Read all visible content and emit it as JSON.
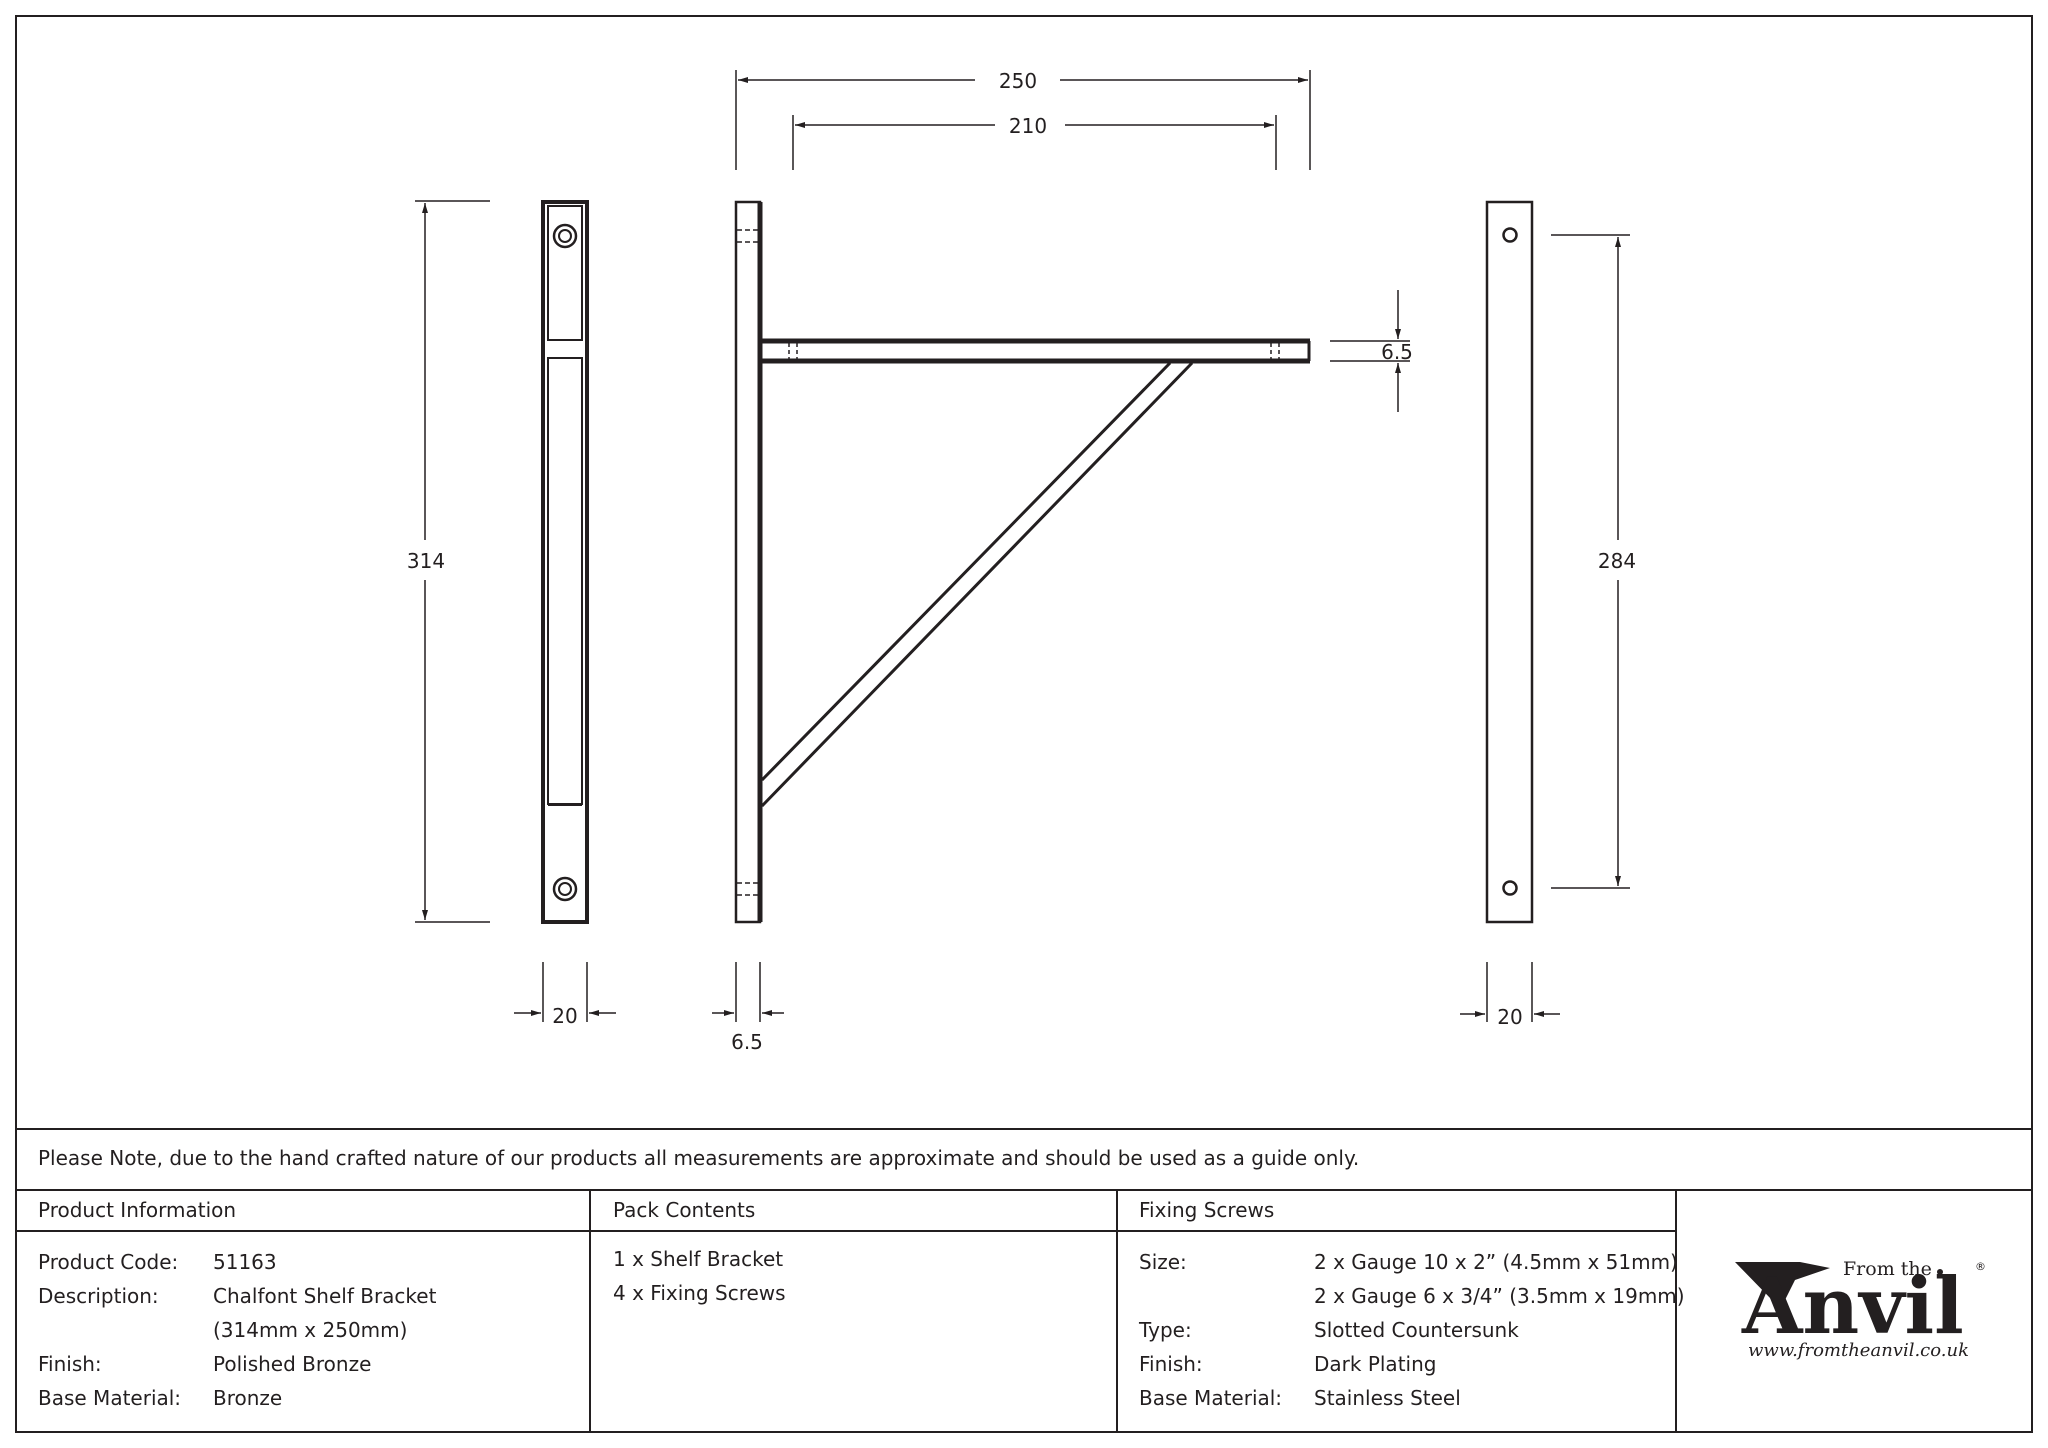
{
  "drawing": {
    "dimensions": {
      "overall_width": "250",
      "projection": "210",
      "overall_height": "314",
      "hole_centres": "284",
      "front_width": "20",
      "back_width": "20",
      "plate_thickness": "6.5",
      "arm_thickness": "6.5"
    }
  },
  "note": "Please Note, due to the hand crafted nature of our products all measurements are approximate and should be used as a guide only.",
  "product_info": {
    "header": "Product Information",
    "code_label": "Product Code:",
    "code_value": "51163",
    "desc_label": "Description:",
    "desc_value_1": "Chalfont Shelf Bracket",
    "desc_value_2": "(314mm x 250mm)",
    "finish_label": "Finish:",
    "finish_value": "Polished Bronze",
    "material_label": "Base Material:",
    "material_value": "Bronze"
  },
  "pack_contents": {
    "header": "Pack Contents",
    "items": [
      "1 x Shelf Bracket",
      "4 x Fixing Screws"
    ]
  },
  "fixing_screws": {
    "header": "Fixing Screws",
    "size_label": "Size:",
    "size_value_1": "2 x Gauge 10 x 2” (4.5mm x 51mm)",
    "size_value_2": "2 x Gauge 6 x 3/4” (3.5mm x 19mm)",
    "type_label": "Type:",
    "type_value": "Slotted Countersunk",
    "finish_label": "Finish:",
    "finish_value": "Dark Plating",
    "material_label": "Base Material:",
    "material_value": "Stainless Steel"
  },
  "logo": {
    "from_the": "From the",
    "brand": "Anvil",
    "registered": "®",
    "url": "www.fromtheanvil.co.uk"
  },
  "colors": {
    "ink": "#231f20",
    "background": "#ffffff"
  }
}
